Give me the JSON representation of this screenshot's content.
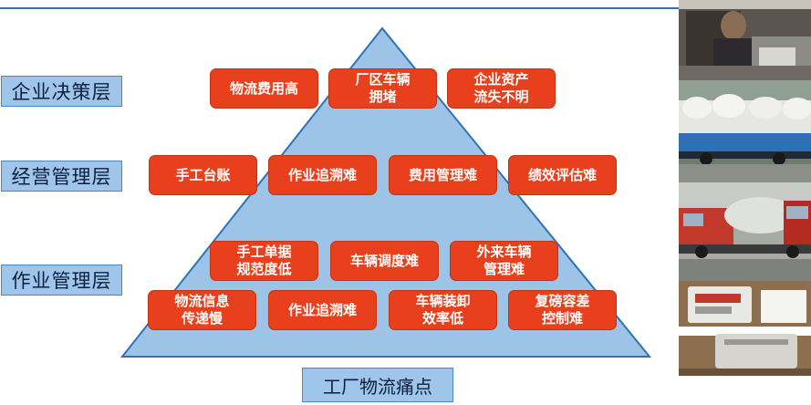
{
  "diagram": {
    "layers": [
      {
        "label": "企业决策层"
      },
      {
        "label": "经营管理层"
      },
      {
        "label": "作业管理层"
      }
    ],
    "pain_points": [
      {
        "label": "物流费用高"
      },
      {
        "label": "厂区车辆\n拥堵"
      },
      {
        "label": "企业资产\n流失不明"
      },
      {
        "label": "手工台账"
      },
      {
        "label": "作业追溯难"
      },
      {
        "label": "费用管理难"
      },
      {
        "label": "绩效评估难"
      },
      {
        "label": "手工单据\n规范度低"
      },
      {
        "label": "车辆调度难"
      },
      {
        "label": "外来车辆\n管理难"
      },
      {
        "label": "物流信息\n传递慢"
      },
      {
        "label": "作业追溯难"
      },
      {
        "label": "车辆装卸\n效率低"
      },
      {
        "label": "复磅容差\n控制难"
      }
    ],
    "caption": "工厂物流痛点"
  },
  "colors": {
    "pyramid_fill": "#9dc3e6",
    "pyramid_stroke": "#2e74b5",
    "pain_box": "#e8401c",
    "label_fill": "#9fc5ea"
  },
  "photos": [
    {
      "icon": "weighbridge-operator-photo"
    },
    {
      "icon": "truck-on-scale-photo"
    },
    {
      "icon": "tanker-truck-photo"
    },
    {
      "icon": "scale-printer-photo"
    }
  ]
}
